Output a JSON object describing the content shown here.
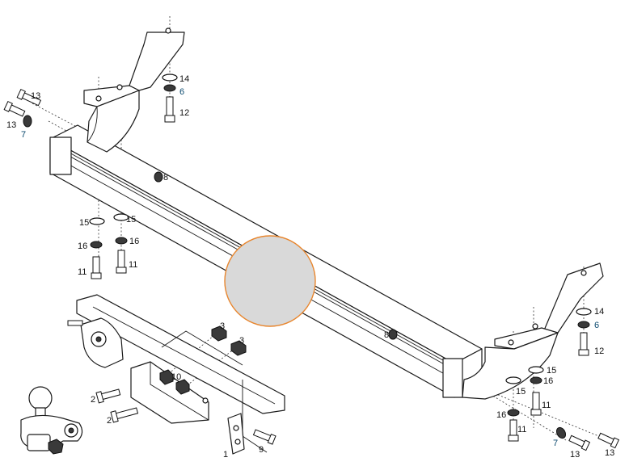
{
  "colors": {
    "line": "#1a1a1a",
    "label": "#111111",
    "label_blue": "#0b4a6f",
    "placeholder_fill": "#d9d9d9",
    "placeholder_ring": "#e8862e"
  },
  "labels": {
    "l13_top": "13",
    "l13_left": "13",
    "l7_left": "7",
    "l14_top": "14",
    "l6_top": "6",
    "l12_top": "12",
    "l8_mid": "8",
    "l15_a": "15",
    "l15_b": "15",
    "l16_a": "16",
    "l16_b": "16",
    "l11_a": "11",
    "l11_b": "11",
    "l3_a": "3",
    "l3_b": "3",
    "l10": "10",
    "l2_a": "2",
    "l2_b": "2",
    "l1": "1",
    "l9": "9",
    "l8_right": "8",
    "l14_right": "14",
    "l6_right": "6",
    "l12_right": "12",
    "l15_c": "15",
    "l15_d": "15",
    "l16_c": "16",
    "l16_d": "16",
    "l11_c": "11",
    "l11_d": "11",
    "l7_right": "7",
    "l13_right_a": "13",
    "l13_right_b": "13"
  }
}
